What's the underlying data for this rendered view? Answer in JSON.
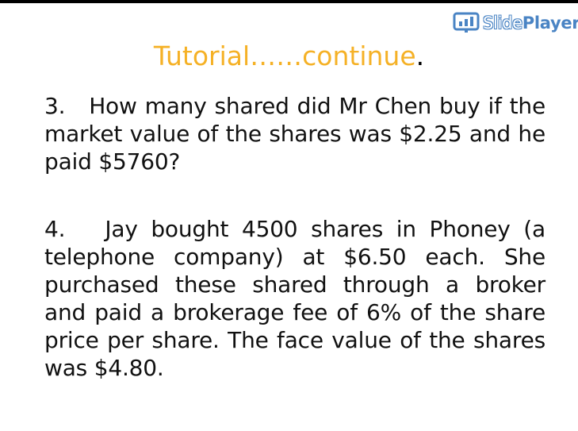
{
  "logo": {
    "word_light": "Slide",
    "word_bold": "Player",
    "icon": "presentation-screen-icon",
    "color": "#4a84c4"
  },
  "slide": {
    "title": "Tutorial……continue",
    "title_end": ".",
    "title_color": "#f5b126",
    "questions": [
      {
        "number": "3.",
        "text": "How many shared did Mr Chen buy if the market value of the shares was $2.25 and he paid $5760?"
      },
      {
        "number": "4.",
        "text": "Jay bought 4500 shares in Phoney (a telephone company) at $6.50 each. She purchased these shared through a broker and paid a brokerage fee of 6% of the share price per share.  The face value of the shares was $4.80."
      }
    ]
  }
}
